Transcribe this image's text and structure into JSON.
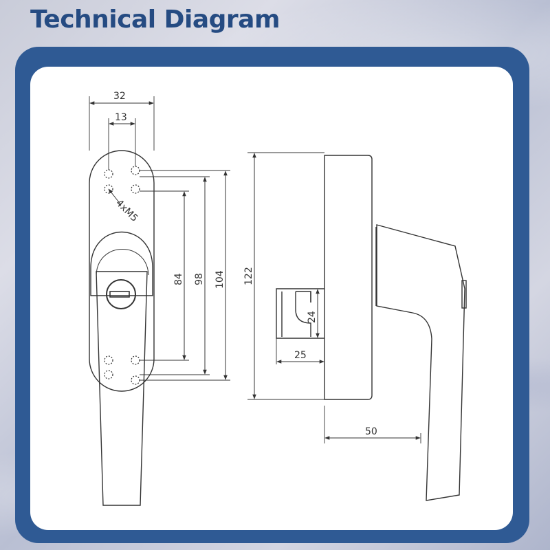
{
  "header": {
    "title": "Technical Diagram"
  },
  "colors": {
    "accent": "#2f5a94",
    "title": "#254b82",
    "panel": "#ffffff",
    "line": "#333333"
  },
  "dimensions": {
    "width_32": "32",
    "hole_spacing_13": "13",
    "height_84": "84",
    "height_98": "98",
    "height_104": "104",
    "height_122": "122",
    "spindle_24": "24",
    "spindle_25": "25",
    "projection_50": "50",
    "screw_callout": "4xM5"
  }
}
